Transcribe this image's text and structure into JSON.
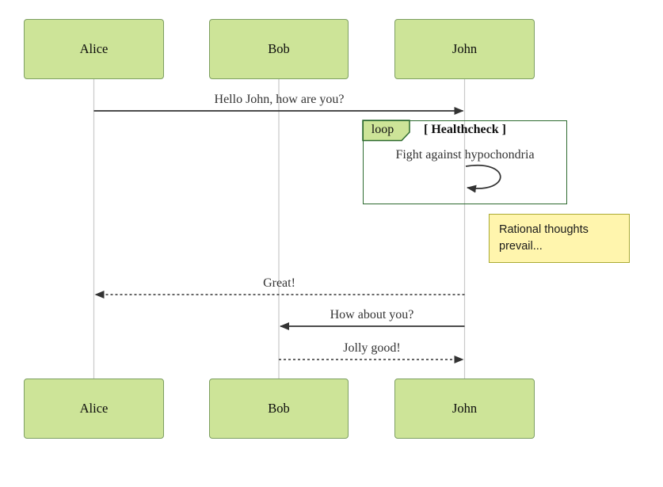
{
  "diagram": {
    "type": "sequence-diagram",
    "actors": [
      "Alice",
      "Bob",
      "John"
    ],
    "messages": [
      {
        "from": "Alice",
        "to": "John",
        "text": "Hello John, how are you?",
        "line": "solid",
        "arrow": "filled"
      },
      {
        "from": "John",
        "to": "Alice",
        "text": "Great!",
        "line": "dashed",
        "arrow": "filled"
      },
      {
        "from": "John",
        "to": "Bob",
        "text": "How about you?",
        "line": "solid",
        "arrow": "filled"
      },
      {
        "from": "Bob",
        "to": "John",
        "text": "Jolly good!",
        "line": "dashed",
        "arrow": "filled"
      }
    ],
    "loop": {
      "label": "loop",
      "condition": "[ Healthcheck ]",
      "self_message": {
        "actor": "John",
        "text": "Fight against hypochondria"
      }
    },
    "note": {
      "attached_to": "John",
      "text": "Rational thoughts prevail..."
    },
    "colors": {
      "actor_fill": "#cde498",
      "actor_border": "#7d9f62",
      "loop_border": "#2d6a2f",
      "loop_label_fill": "#cde498",
      "note_fill": "#fff5ad",
      "note_border": "#aaaa33",
      "signal_line": "#333333",
      "message_text": "#333333",
      "lifeline": "#c9c9c9",
      "background": "#ffffff"
    }
  }
}
